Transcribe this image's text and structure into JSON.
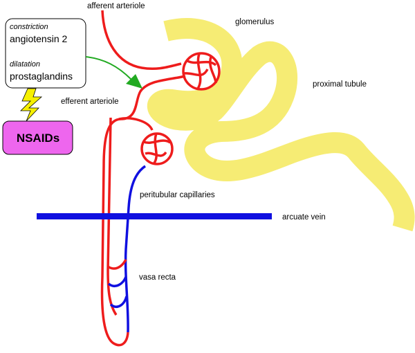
{
  "labels": {
    "afferent_arteriole": "afferent arteriole",
    "glomerulus": "glomerulus",
    "proximal_tubule": "proximal tubule",
    "efferent_arteriole": "efferent arteriole",
    "peritubular_capillaries": "peritubular capillaries",
    "arcuate_vein": "arcuate vein",
    "vasa_recta": "vasa recta"
  },
  "info_box": {
    "constriction_heading": "constriction",
    "constriction_agent": "angiotensin 2",
    "dilatation_heading": "dilatation",
    "dilatation_agent": "prostaglandins"
  },
  "drug": {
    "name": "NSAIDs"
  },
  "colors": {
    "arterial": "#ee1c1c",
    "venous": "#1010e0",
    "tubule": "#f6ec74",
    "drug_fill": "#ee66ee",
    "lightning": "#f6f000",
    "arrow": "#22aa22"
  }
}
